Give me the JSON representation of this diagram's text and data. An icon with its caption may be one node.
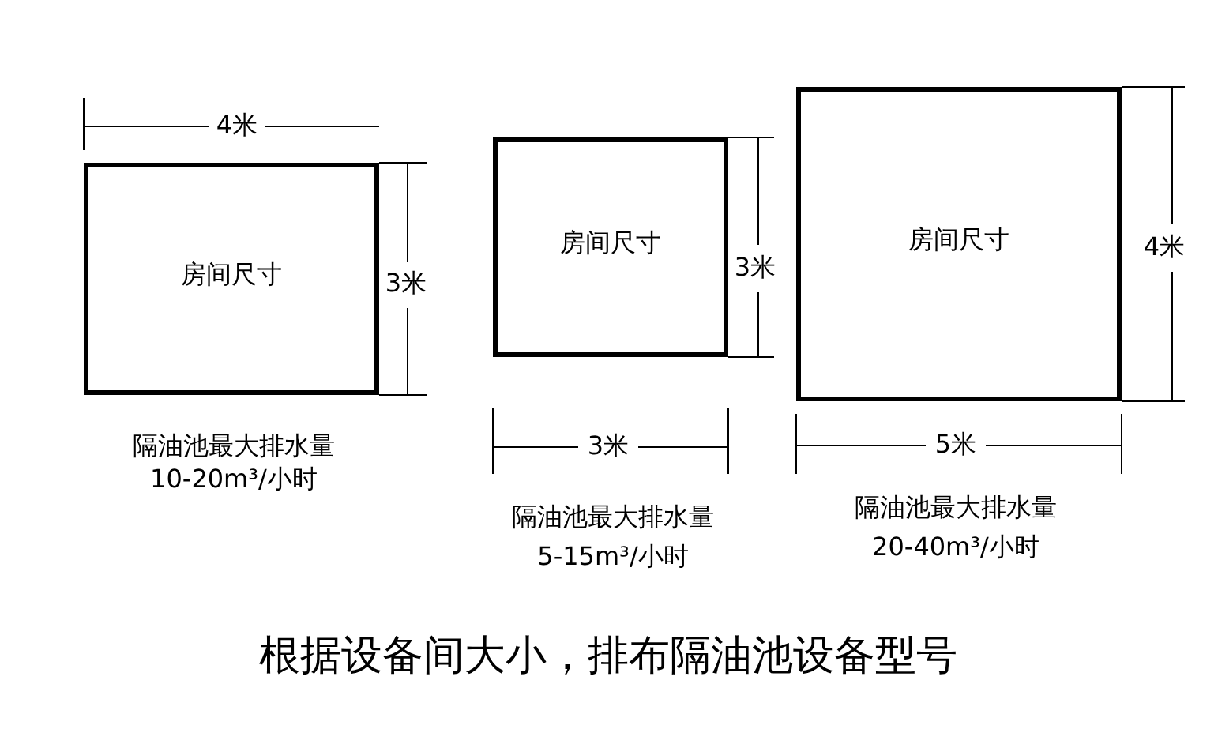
{
  "diagram": {
    "caption": "根据设备间大小，排布隔油池设备型号",
    "nodes": [
      {
        "text": [
          "房间尺寸"
        ],
        "beside": [
          "隔油池最大排水量",
          "10-20m³/小时"
        ]
      },
      {
        "text": [
          "房间尺寸"
        ],
        "beside": [
          "隔油池最大排水量",
          "5-15m³/小时"
        ]
      },
      {
        "text": [
          "房间尺寸"
        ],
        "beside": [
          "隔油池最大排水量",
          "20-40m³/小时"
        ]
      }
    ],
    "edges": [],
    "labels": [
      "4米",
      "3米",
      "3米",
      "3米",
      "4米",
      "5米"
    ]
  }
}
